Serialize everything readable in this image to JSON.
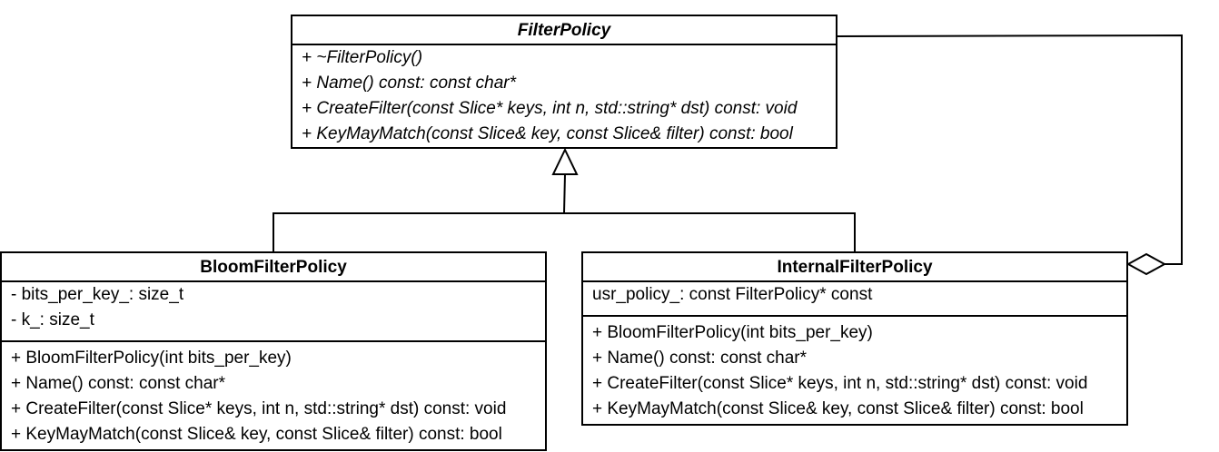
{
  "classes": {
    "filter_policy": {
      "name": "FilterPolicy",
      "attributes": [],
      "methods": [
        "+ ~FilterPolicy()",
        "+ Name() const: const char*",
        "+ CreateFilter(const Slice* keys, int n, std::string* dst) const: void",
        "+ KeyMayMatch(const Slice& key, const Slice& filter) const: bool"
      ]
    },
    "bloom_filter_policy": {
      "name": "BloomFilterPolicy",
      "attributes": [
        "- bits_per_key_: size_t",
        "- k_: size_t"
      ],
      "methods": [
        "+ BloomFilterPolicy(int bits_per_key)",
        "+ Name() const: const char*",
        "+ CreateFilter(const Slice* keys, int n, std::string* dst) const: void",
        "+ KeyMayMatch(const Slice& key, const Slice& filter) const: bool"
      ]
    },
    "internal_filter_policy": {
      "name": "InternalFilterPolicy",
      "attributes": [
        "usr_policy_: const FilterPolicy* const"
      ],
      "methods": [
        "+ BloomFilterPolicy(int bits_per_key)",
        "+ Name() const: const char*",
        "+ CreateFilter(const Slice* keys, int n, std::string* dst) const: void",
        "+ KeyMayMatch(const Slice& key, const Slice& filter) const: bool"
      ]
    }
  },
  "relationships": [
    {
      "type": "generalization",
      "from": "BloomFilterPolicy",
      "to": "FilterPolicy"
    },
    {
      "type": "generalization",
      "from": "InternalFilterPolicy",
      "to": "FilterPolicy"
    },
    {
      "type": "aggregation",
      "whole": "InternalFilterPolicy",
      "part": "FilterPolicy"
    }
  ],
  "colors": {
    "line": "#000000",
    "background": "#ffffff"
  }
}
